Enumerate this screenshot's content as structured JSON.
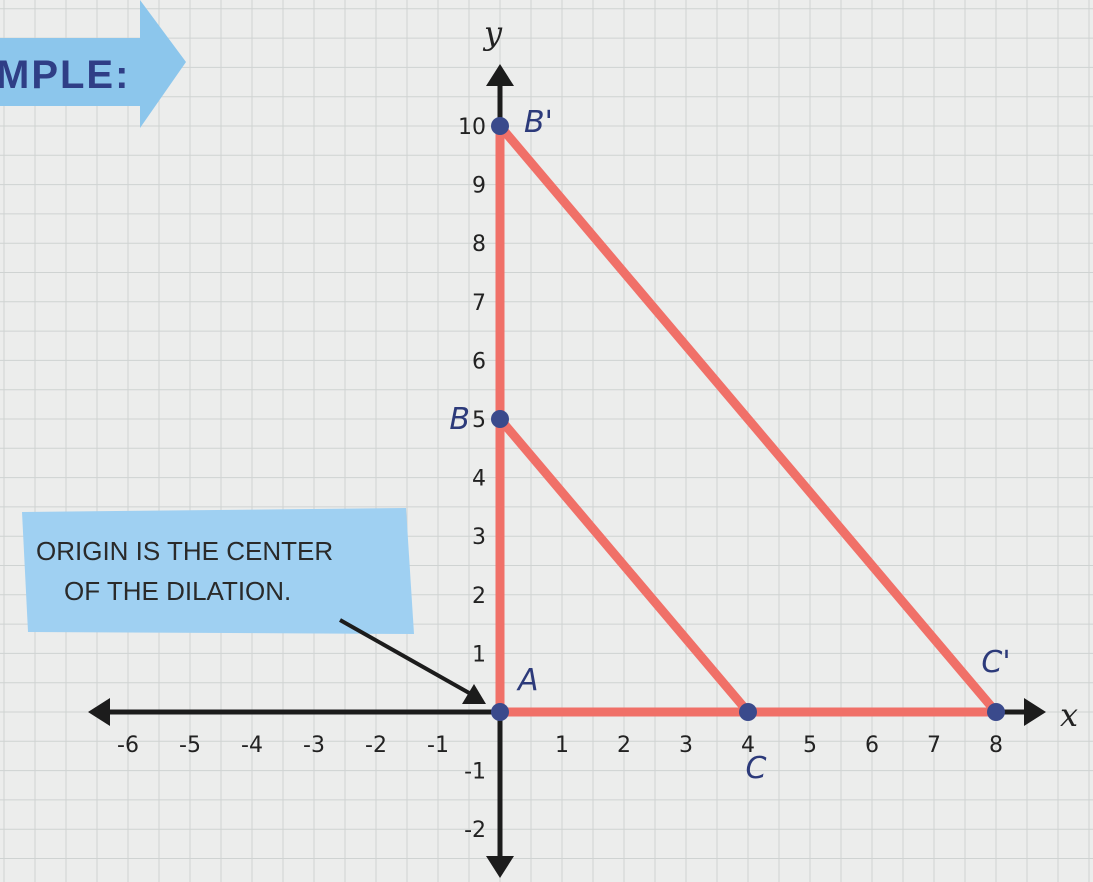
{
  "banner": {
    "text": "MPLE:"
  },
  "note": {
    "line1": "ORIGIN IS THE CENTER",
    "line2": "OF THE DILATION."
  },
  "axes": {
    "x_name": "x",
    "y_name": "y",
    "x_ticks": [
      "-6",
      "-5",
      "-4",
      "-3",
      "-2",
      "-1",
      "1",
      "2",
      "3",
      "4",
      "5",
      "6",
      "7",
      "8"
    ],
    "y_ticks": [
      "-2",
      "-1",
      "1",
      "2",
      "3",
      "4",
      "5",
      "6",
      "7",
      "8",
      "9",
      "10"
    ]
  },
  "points": [
    {
      "label": "A",
      "x": 0,
      "y": 0
    },
    {
      "label": "B",
      "x": 0,
      "y": 5
    },
    {
      "label": "C",
      "x": 4,
      "y": 0
    },
    {
      "label": "B'",
      "x": 0,
      "y": 10
    },
    {
      "label": "C'",
      "x": 8,
      "y": 0
    }
  ],
  "triangles": [
    {
      "name": "ABC",
      "vertices": [
        [
          0,
          0
        ],
        [
          0,
          5
        ],
        [
          4,
          0
        ]
      ]
    },
    {
      "name": "AB'C'",
      "vertices": [
        [
          0,
          0
        ],
        [
          0,
          10
        ],
        [
          8,
          0
        ]
      ]
    }
  ],
  "colors": {
    "triangle": "#f07068",
    "point": "#3a4a8c",
    "axis": "#1c1c1c",
    "banner": "#8cc6ec",
    "note": "#9fd0f2"
  }
}
